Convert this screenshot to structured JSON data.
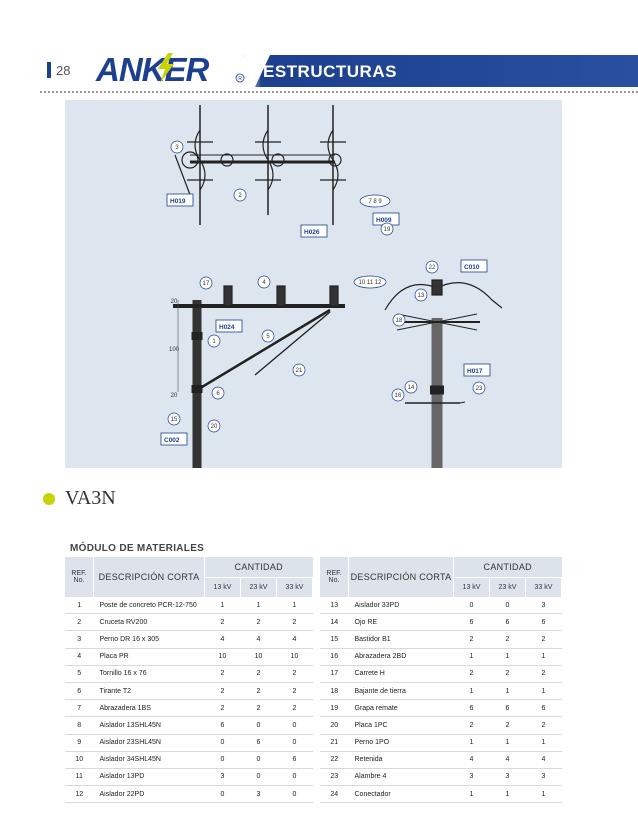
{
  "header": {
    "page_number": "28",
    "brand": "ANKER",
    "section": "ESTRUCTURAS"
  },
  "diagram": {
    "codes": {
      "h019": "H019",
      "h026": "H026",
      "h009": "H009",
      "c010": "C010",
      "h024": "H024",
      "h017": "H017",
      "c002": "C002"
    },
    "callouts": {
      "c3": "3",
      "c2": "2",
      "c789": "7  8  9",
      "c19": "19",
      "c22": "22",
      "c17": "17",
      "c4": "4",
      "c101112": "10 11 12",
      "c13": "13",
      "c18": "18",
      "c5": "5",
      "c1": "1",
      "c21": "21",
      "c6": "6",
      "c15": "15",
      "c20": "20",
      "c14": "14",
      "c16": "16",
      "c23": "23"
    },
    "dims": {
      "d20a": "20",
      "d100": "100",
      "d20b": "20"
    }
  },
  "structure": {
    "title": "VA3N"
  },
  "materials": {
    "title": "MÓDULO DE MATERIALES",
    "headers": {
      "ref": "REF. No.",
      "desc": "DESCRIPCIÓN CORTA",
      "qty": "CANTIDAD",
      "kv13": "13 kV",
      "kv23": "23 kV",
      "kv33": "33 kV"
    },
    "left_rows": [
      {
        "ref": "1",
        "desc": "Poste de concreto PCR-12-750",
        "a": "1",
        "b": "1",
        "c": "1"
      },
      {
        "ref": "2",
        "desc": "Cruceta RV200",
        "a": "2",
        "b": "2",
        "c": "2"
      },
      {
        "ref": "3",
        "desc": "Perno DR 16 x 305",
        "a": "4",
        "b": "4",
        "c": "4"
      },
      {
        "ref": "4",
        "desc": "Placa PR",
        "a": "10",
        "b": "10",
        "c": "10"
      },
      {
        "ref": "5",
        "desc": "Tornillo 16 x 76",
        "a": "2",
        "b": "2",
        "c": "2"
      },
      {
        "ref": "6",
        "desc": "Tirante T2",
        "a": "2",
        "b": "2",
        "c": "2"
      },
      {
        "ref": "7",
        "desc": "Abrazadera 1BS",
        "a": "2",
        "b": "2",
        "c": "2"
      },
      {
        "ref": "8",
        "desc": "Aislador 13SHL45N",
        "a": "6",
        "b": "0",
        "c": "0"
      },
      {
        "ref": "9",
        "desc": "Aislador 23SHL45N",
        "a": "0",
        "b": "6",
        "c": "0"
      },
      {
        "ref": "10",
        "desc": "Aislador 34SHL45N",
        "a": "0",
        "b": "0",
        "c": "6"
      },
      {
        "ref": "11",
        "desc": "Aislador 13PD",
        "a": "3",
        "b": "0",
        "c": "0"
      },
      {
        "ref": "12",
        "desc": "Aislador 22PD",
        "a": "0",
        "b": "3",
        "c": "0"
      }
    ],
    "right_rows": [
      {
        "ref": "13",
        "desc": "Aislador 33PD",
        "a": "0",
        "b": "0",
        "c": "3"
      },
      {
        "ref": "14",
        "desc": "Ojo RE",
        "a": "6",
        "b": "6",
        "c": "6"
      },
      {
        "ref": "15",
        "desc": "Bastidor B1",
        "a": "2",
        "b": "2",
        "c": "2"
      },
      {
        "ref": "16",
        "desc": "Abrazadera 2BD",
        "a": "1",
        "b": "1",
        "c": "1"
      },
      {
        "ref": "17",
        "desc": "Carrete H",
        "a": "2",
        "b": "2",
        "c": "2"
      },
      {
        "ref": "18",
        "desc": "Bajante de tierra",
        "a": "1",
        "b": "1",
        "c": "1"
      },
      {
        "ref": "19",
        "desc": "Grapa remate",
        "a": "6",
        "b": "6",
        "c": "6"
      },
      {
        "ref": "20",
        "desc": "Placa 1PC",
        "a": "2",
        "b": "2",
        "c": "2"
      },
      {
        "ref": "21",
        "desc": "Perno 1PO",
        "a": "1",
        "b": "1",
        "c": "1"
      },
      {
        "ref": "22",
        "desc": "Retenida",
        "a": "4",
        "b": "4",
        "c": "4"
      },
      {
        "ref": "23",
        "desc": "Alambre 4",
        "a": "3",
        "b": "3",
        "c": "3"
      },
      {
        "ref": "24",
        "desc": "Conectador",
        "a": "1",
        "b": "1",
        "c": "1"
      }
    ]
  },
  "colors": {
    "brand_blue": "#1c3f8f",
    "accent_yellow": "#c8d400",
    "panel": "#dde6ef"
  }
}
